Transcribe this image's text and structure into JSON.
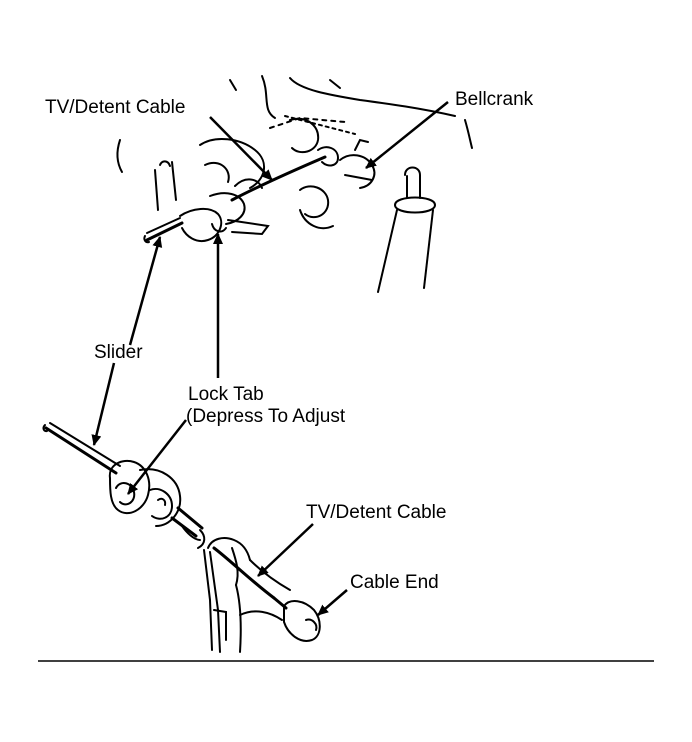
{
  "labels": {
    "tv_detent_cable_top": "TV/Detent Cable",
    "bellcrank": "Bellcrank",
    "slider": "Slider",
    "lock_tab_line1": "Lock Tab",
    "lock_tab_line2": "(Depress To Adjust",
    "tv_detent_cable_bottom": "TV/Detent Cable",
    "cable_end": "Cable End"
  }
}
